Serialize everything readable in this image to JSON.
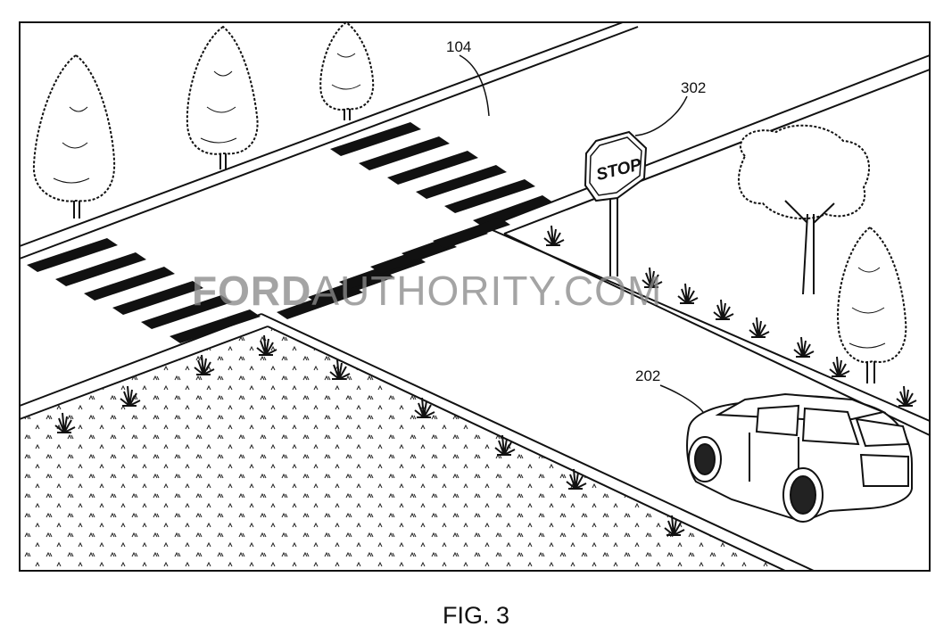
{
  "labels": {
    "road": "104",
    "stop_sign": "302",
    "vehicle": "202"
  },
  "stop_sign_text": "STOP",
  "watermark": {
    "part1": "FORD",
    "part2": "AUTHORITY.COM"
  },
  "caption": "FIG. 3"
}
